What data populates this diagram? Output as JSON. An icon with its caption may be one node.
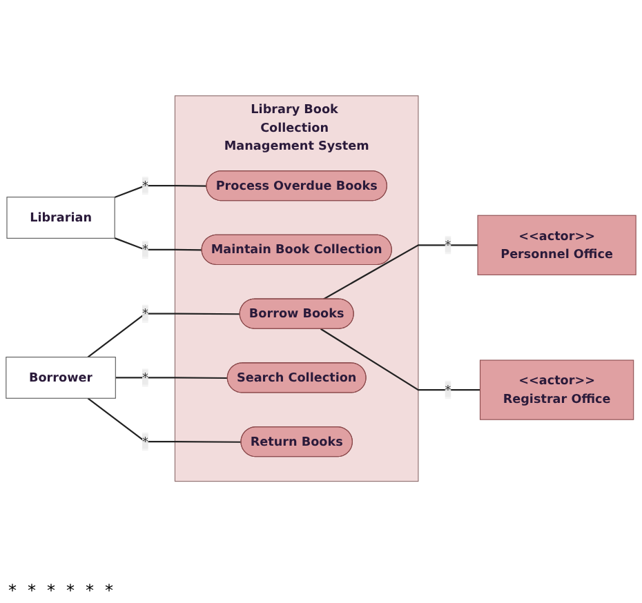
{
  "diagram": {
    "nodes": [
      {
        "text": [
          "Library Book Collection Management System"
        ]
      },
      {
        "text": [
          "Librarian"
        ]
      },
      {
        "text": [
          "Process Overdue Books"
        ],
        "in": 0
      },
      {
        "text": [
          "Maintain Book Collection"
        ],
        "in": 0
      },
      {
        "text": [
          "Borrower"
        ]
      },
      {
        "text": [
          "Borrow Books"
        ],
        "in": 0
      },
      {
        "text": [
          "Search Collection"
        ],
        "in": 0
      },
      {
        "text": [
          "Return Books"
        ],
        "in": 0
      },
      {
        "text": [
          "<<actor>>",
          "Personnel Office"
        ]
      },
      {
        "text": [
          "<<actor>>",
          "Registrar Office"
        ]
      }
    ],
    "edges": [
      {
        "from": 1,
        "to": 2,
        "arrow": "none",
        "label": "*"
      },
      {
        "from": 1,
        "to": 3,
        "arrow": "none",
        "label": "*"
      },
      {
        "from": 4,
        "to": 5,
        "arrow": "none",
        "label": "*"
      },
      {
        "from": 4,
        "to": 6,
        "arrow": "none",
        "label": "*"
      },
      {
        "from": 4,
        "to": 7,
        "arrow": "none",
        "label": "*"
      },
      {
        "from": 5,
        "to": 8,
        "arrow": "none",
        "label": "*"
      },
      {
        "from": 5,
        "to": 9,
        "arrow": "none",
        "label": "*"
      }
    ],
    "labels": [
      "*",
      "*",
      "*",
      "*",
      "*",
      "*"
    ]
  }
}
